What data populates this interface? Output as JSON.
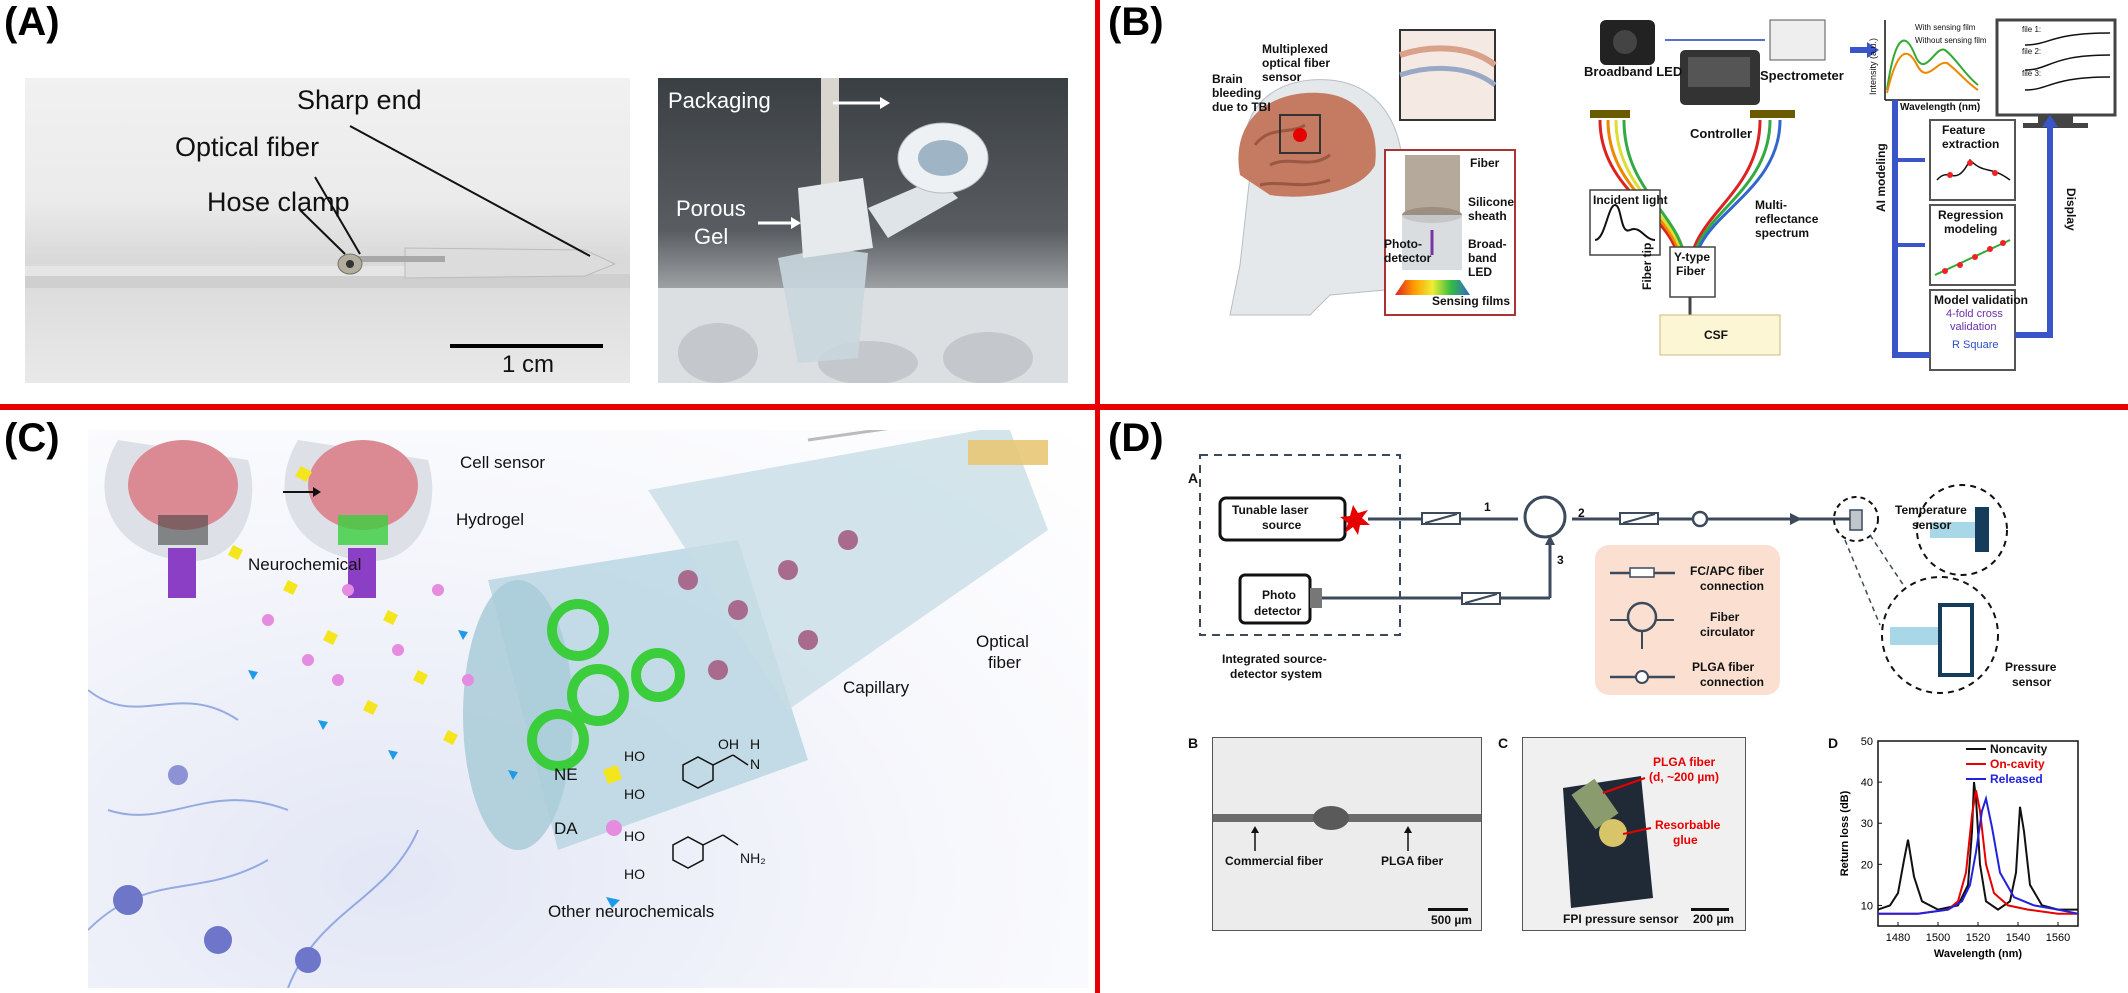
{
  "panels": {
    "a": {
      "label": "(A)",
      "sharp_end": "Sharp end",
      "optical_fiber": "Optical fiber",
      "hose_clamp": "Hose clamp",
      "scale_bar": "1 cm",
      "packaging": "Packaging",
      "porous": "Porous",
      "gel": "Gel"
    },
    "b": {
      "label": "(B)",
      "multiplexed": [
        "Multiplexed",
        "optical fiber",
        "sensor"
      ],
      "brain_bleeding": [
        "Brain",
        "bleeding",
        "due to TBI"
      ],
      "fiber": "Fiber",
      "silicone": [
        "Silicone",
        "sheath"
      ],
      "photo_detector": [
        "Photo-",
        "detector"
      ],
      "broadband_led_small": [
        "Broad-",
        "band",
        "LED"
      ],
      "sensing_films": "Sensing films",
      "broadband_led": "Broadband LED",
      "controller": "Controller",
      "spectrometer": "Spectrometer",
      "incident_light": "Incident light",
      "multi_reflectance": [
        "Multi-",
        "reflectance",
        "spectrum"
      ],
      "y_type": [
        "Y-type",
        "Fiber"
      ],
      "fiber_tip": "Fiber tip",
      "csf": "CSF",
      "legend_with": "With sensing film",
      "legend_without": "Without sensing film",
      "intensity": "Intensity (a.u.)",
      "wavelength": "Wavelength (nm)",
      "ai_modeling": "AI modeling",
      "display": "Display",
      "feature": [
        "Feature",
        "extraction"
      ],
      "regression": [
        "Regression",
        "modeling"
      ],
      "model_validation": "Model validation",
      "validation_detail": [
        "4-fold cross",
        "validation"
      ],
      "r_square": "R Square",
      "file_labels": [
        "file 1:",
        "file 2:",
        "file 3:"
      ]
    },
    "c": {
      "label": "(C)",
      "cell_sensor": "Cell sensor",
      "neurochemical": "Neurochemical",
      "hydrogel": "Hydrogel",
      "optical": "Optical",
      "fiber": "fiber",
      "capillary": "Capillary",
      "ne": "NE",
      "da": "DA",
      "other": "Other neurochemicals",
      "ho": "HO",
      "oh": "OH",
      "n": "N",
      "h": "H",
      "nh2": "NH₂"
    },
    "d": {
      "label": "(D)",
      "sub_a": "A",
      "tunable": [
        "Tunable laser",
        "source"
      ],
      "photo_detector": [
        "Photo",
        "detector"
      ],
      "integrated": [
        "Integrated source-",
        "detector system"
      ],
      "temperature": [
        "Temperature",
        "sensor"
      ],
      "pressure": [
        "Pressure",
        "sensor"
      ],
      "port1": "1",
      "port2": "2",
      "port3": "3",
      "fcapc": [
        "FC/APC fiber",
        "connection"
      ],
      "circulator": [
        "Fiber",
        "circulator"
      ],
      "plga_conn": [
        "PLGA fiber",
        "connection"
      ],
      "sub_b": "B",
      "commercial": "Commercial fiber",
      "plga_fiber": "PLGA fiber",
      "scale_b": "500 µm",
      "sub_c": "C",
      "plga_d": [
        "PLGA fiber",
        "(d, ~200 µm)"
      ],
      "resorbable": [
        "Resorbable",
        "glue"
      ],
      "fpi": "FPI pressure sensor",
      "scale_c": "200 µm",
      "sub_d": "D"
    }
  },
  "colors": {
    "divider": "#e60000",
    "nonactivity_line": "#111111",
    "oncavity_line": "#e60000",
    "released_line": "#2222dd",
    "ne_color": "#f4e51c",
    "da_color": "#e58be0",
    "other_color": "#1e9be8"
  },
  "chart_data": {
    "type": "line",
    "title": "",
    "xlabel": "Wavelength (nm)",
    "ylabel": "Return loss (dB)",
    "xlim": [
      1470,
      1570
    ],
    "ylim": [
      5,
      50
    ],
    "xticks": [
      1480,
      1500,
      1520,
      1540,
      1560
    ],
    "yticks": [
      10,
      20,
      30,
      40,
      50
    ],
    "legend": "top-right",
    "series": [
      {
        "name": "Noncavity",
        "color": "#111111",
        "x": [
          1470,
          1476,
          1480,
          1483,
          1485,
          1488,
          1492,
          1500,
          1510,
          1515,
          1517,
          1518,
          1519,
          1521,
          1524,
          1530,
          1536,
          1539,
          1541,
          1543,
          1546,
          1552,
          1560,
          1570
        ],
        "y": [
          9,
          10,
          13,
          21,
          26,
          17,
          11,
          9,
          10,
          15,
          28,
          40,
          36,
          20,
          11,
          9,
          11,
          18,
          34,
          28,
          15,
          10,
          9,
          9
        ]
      },
      {
        "name": "On-cavity",
        "color": "#e60000",
        "x": [
          1470,
          1490,
          1505,
          1510,
          1514,
          1517,
          1519,
          1521,
          1524,
          1528,
          1535,
          1545,
          1560,
          1570
        ],
        "y": [
          8,
          8,
          9,
          11,
          18,
          32,
          38,
          33,
          20,
          13,
          10,
          9,
          8,
          8
        ]
      },
      {
        "name": "Released",
        "color": "#2222dd",
        "x": [
          1470,
          1490,
          1505,
          1512,
          1516,
          1519,
          1522,
          1524,
          1527,
          1531,
          1538,
          1548,
          1560,
          1570
        ],
        "y": [
          8,
          8,
          9,
          11,
          15,
          23,
          33,
          36,
          29,
          18,
          12,
          10,
          9,
          8
        ]
      }
    ]
  }
}
